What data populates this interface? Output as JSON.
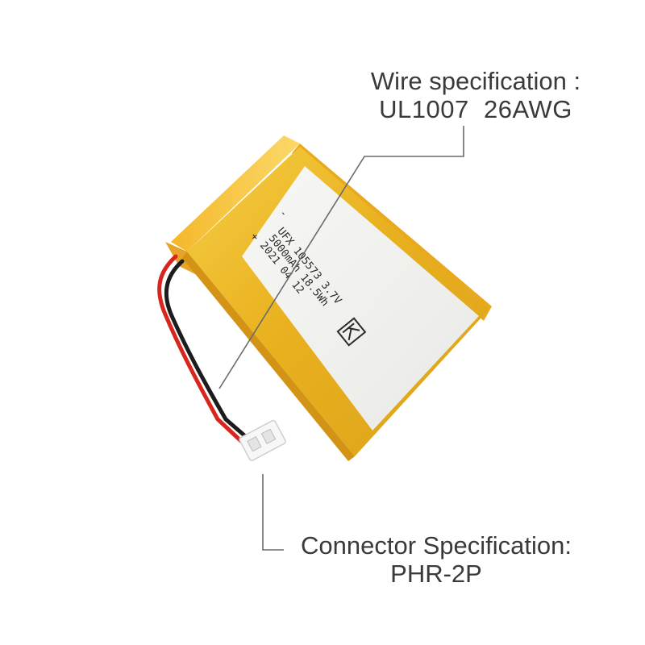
{
  "wire_spec": {
    "title": "Wire specification :",
    "value": "UL1007  26AWG"
  },
  "connector_spec": {
    "title": "Connector Specification:",
    "value": "PHR-2P"
  },
  "battery_label": {
    "line1": "UFX 105573 3.7V",
    "line2": "5000mAh 18.5Wh",
    "line3": "2021 04 12",
    "minus": "-",
    "plus": "+"
  },
  "colors": {
    "cell_gold": "#e6ac1c",
    "cell_edge": "#f3c94a",
    "label_white": "#f4f4f2",
    "wire_red": "#d8261e",
    "wire_black": "#1c1c1c",
    "text": "#3a3a3a",
    "leader_line": "#6a6a6a"
  }
}
